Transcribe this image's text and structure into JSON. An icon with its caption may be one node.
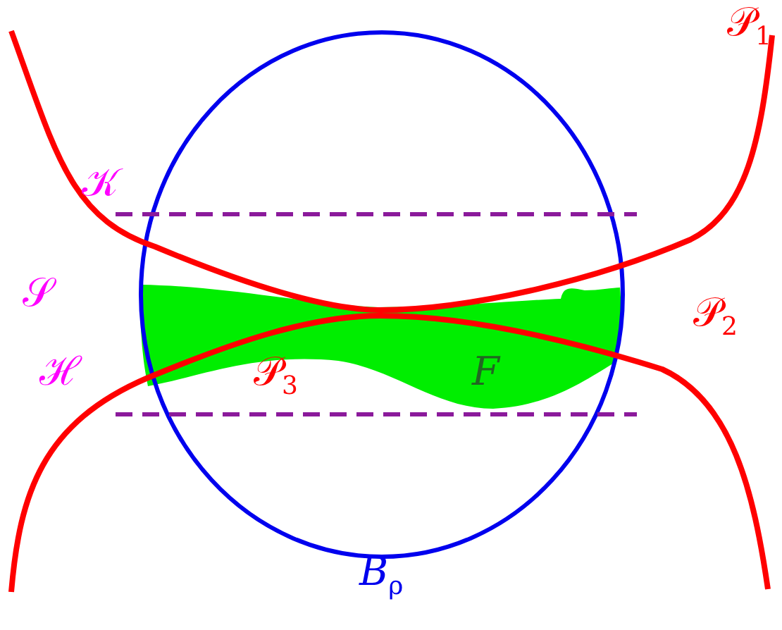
{
  "diagram": {
    "labels": [
      "𝒫$_{1}$",
      "𝒦",
      "𝒮",
      "𝒫$_{2}$",
      "𝒫$_{3}$",
      "F",
      "ℋ",
      "B$_{ρ}$"
    ]
  }
}
